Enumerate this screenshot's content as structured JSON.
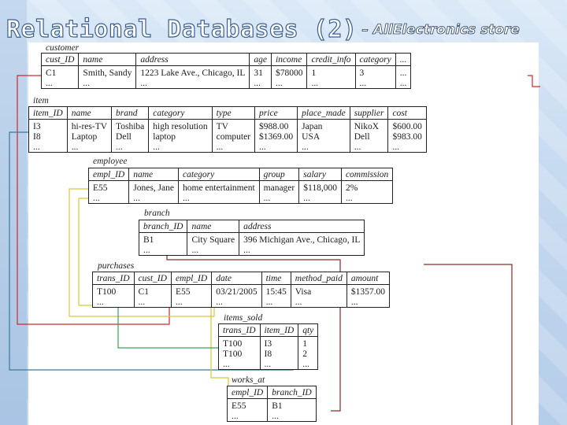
{
  "slide": {
    "title": "Relational Databases (2)",
    "subtitle": "– AllElectronics store"
  },
  "tables": [
    {
      "id": "customer",
      "name": "customer",
      "columns": [
        "cust_ID",
        "name",
        "address",
        "age",
        "income",
        "credit_info",
        "category",
        "..."
      ],
      "rows": [
        [
          "C1",
          "Smith, Sandy",
          "1223 Lake Ave., Chicago, IL",
          "31",
          "$78000",
          "1",
          "3",
          "..."
        ],
        [
          "...",
          "...",
          "...",
          "...",
          "...",
          "...",
          "...",
          "..."
        ]
      ]
    },
    {
      "id": "item",
      "name": "item",
      "columns": [
        "item_ID",
        "name",
        "brand",
        "category",
        "type",
        "price",
        "place_made",
        "supplier",
        "cost"
      ],
      "rows": [
        [
          "I3",
          "hi-res-TV",
          "Toshiba",
          "high resolution",
          "TV",
          "$988.00",
          "Japan",
          "NikoX",
          "$600.00"
        ],
        [
          "I8",
          "Laptop",
          "Dell",
          "laptop",
          "computer",
          "$1369.00",
          "USA",
          "Dell",
          "$983.00"
        ],
        [
          "...",
          "...",
          "...",
          "...",
          "...",
          "...",
          "...",
          "...",
          "..."
        ]
      ]
    },
    {
      "id": "employee",
      "name": "employee",
      "columns": [
        "empl_ID",
        "name",
        "category",
        "group",
        "salary",
        "commission"
      ],
      "rows": [
        [
          "E55",
          "Jones, Jane",
          "home entertainment",
          "manager",
          "$118,000",
          "2%"
        ],
        [
          "...",
          "...",
          "...",
          "...",
          "...",
          "..."
        ]
      ]
    },
    {
      "id": "branch",
      "name": "branch",
      "columns": [
        "branch_ID",
        "name",
        "address"
      ],
      "rows": [
        [
          "B1",
          "City Square",
          "396 Michigan Ave., Chicago, IL"
        ],
        [
          "...",
          "...",
          "..."
        ]
      ]
    },
    {
      "id": "purchases",
      "name": "purchases",
      "columns": [
        "trans_ID",
        "cust_ID",
        "empl_ID",
        "date",
        "time",
        "method_paid",
        "amount"
      ],
      "rows": [
        [
          "T100",
          "C1",
          "E55",
          "03/21/2005",
          "15:45",
          "Visa",
          "$1357.00"
        ],
        [
          "...",
          "...",
          "...",
          "...",
          "...",
          "...",
          "..."
        ]
      ]
    },
    {
      "id": "items_sold",
      "name": "items_sold",
      "columns": [
        "trans_ID",
        "item_ID",
        "qty"
      ],
      "rows": [
        [
          "T100",
          "I3",
          "1"
        ],
        [
          "T100",
          "I8",
          "2"
        ],
        [
          "...",
          "...",
          "..."
        ]
      ]
    },
    {
      "id": "works_at",
      "name": "works_at",
      "columns": [
        "empl_ID",
        "branch_ID"
      ],
      "rows": [
        [
          "E55",
          "B1"
        ],
        [
          "...",
          "..."
        ]
      ]
    }
  ],
  "link_colors": {
    "customer": "#cc2a2a",
    "item": "#3a7a9a",
    "employee": "#d8c838",
    "transaction": "#3aa05a",
    "branch": "#8a2a2a"
  }
}
